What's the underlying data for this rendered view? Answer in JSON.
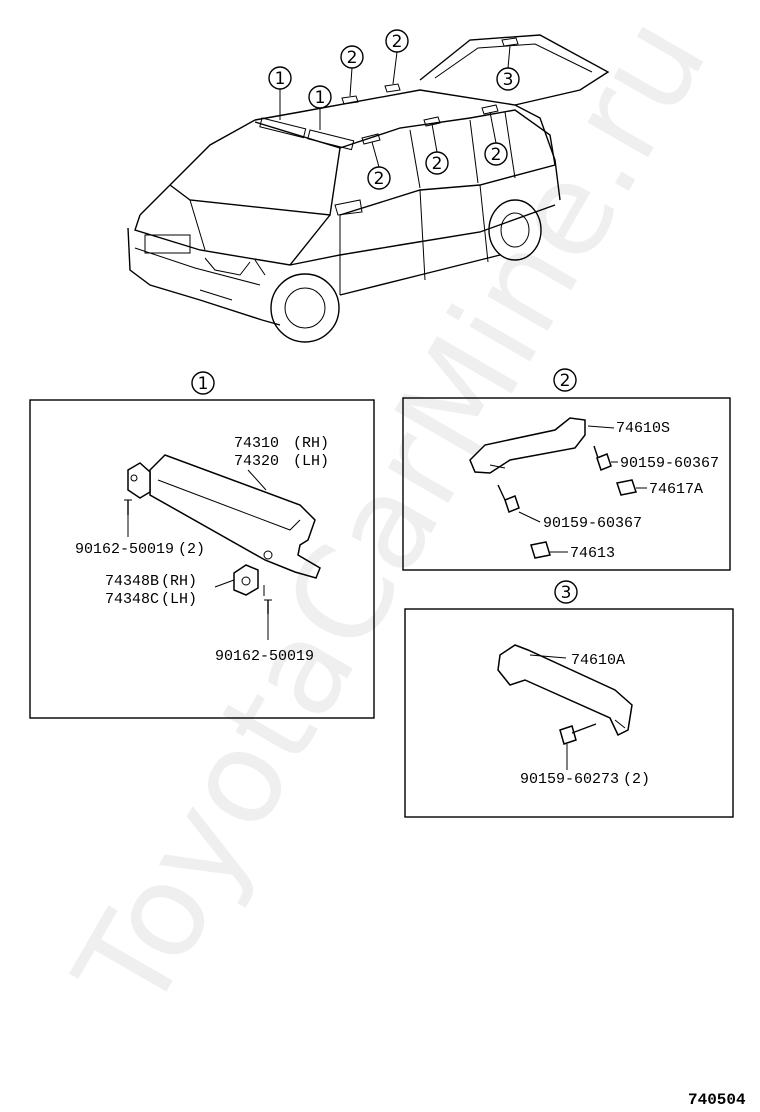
{
  "watermark": "ToyotaCarMine.ru",
  "figure_number": "740504",
  "overview": {
    "callouts": [
      "1",
      "1",
      "2",
      "2",
      "2",
      "2",
      "2",
      "3"
    ]
  },
  "panel1": {
    "index": "1",
    "parts": [
      {
        "number": "74310",
        "side": "(RH)"
      },
      {
        "number": "74320",
        "side": "(LH)"
      },
      {
        "number": "90162-50019",
        "qty": "(2)"
      },
      {
        "number": "74348B",
        "side": "(RH)"
      },
      {
        "number": "74348C",
        "side": "(LH)"
      },
      {
        "number": "90162-50019"
      }
    ]
  },
  "panel2": {
    "index": "2",
    "parts": [
      "74610S",
      "90159-60367",
      "74617A",
      "90159-60367",
      "74613"
    ]
  },
  "panel3": {
    "index": "3",
    "parts": [
      {
        "number": "74610A"
      },
      {
        "number": "90159-60273",
        "qty": "(2)"
      }
    ]
  }
}
